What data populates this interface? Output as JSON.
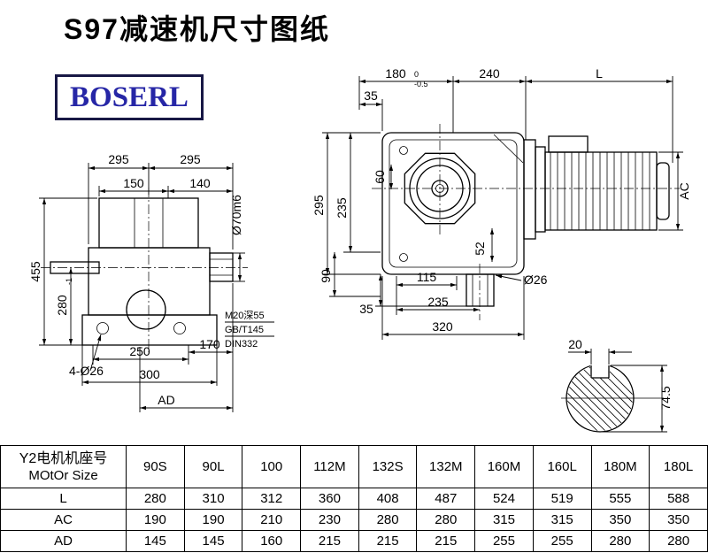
{
  "header": {
    "title": "S97减速机尺寸图纸",
    "logo": "BOSERL"
  },
  "left_view": {
    "dim_295_left": "295",
    "dim_295_right": "295",
    "dim_150": "150",
    "dim_140": "140",
    "dim_shaft": "Ø70m6",
    "dim_455": "455",
    "dim_280": "280",
    "dim_280_tol": "-1",
    "dim_250": "250",
    "dim_170": "170",
    "dim_holes": "4-Ø26",
    "dim_300": "300",
    "dim_AD": "AD",
    "note_1": "M20深55",
    "note_2": "GB/T145",
    "note_3": "DIN332"
  },
  "front_view": {
    "dim_180": "180",
    "dim_180_tol_upper": "0",
    "dim_180_tol_lower": "-0.5",
    "dim_240": "240",
    "dim_L": "L",
    "dim_35_top": "35",
    "dim_60": "60",
    "dim_295": "295",
    "dim_235_left": "235",
    "dim_90": "90",
    "dim_35_bottom": "35",
    "dim_115": "115",
    "dim_235_bottom": "235",
    "dim_320": "320",
    "dim_52": "52",
    "dim_hole": "Ø26",
    "dim_AC": "AC"
  },
  "shaft_section": {
    "dim_20": "20",
    "dim_74_5": "74.5"
  },
  "table": {
    "row_header_cn": "Y2电机机座号",
    "row_header_en": "MOtOr Size",
    "columns": [
      "90S",
      "90L",
      "100",
      "112M",
      "132S",
      "132M",
      "160M",
      "160L",
      "180M",
      "180L"
    ],
    "rows": [
      {
        "label": "L",
        "values": [
          "280",
          "310",
          "312",
          "360",
          "408",
          "487",
          "524",
          "519",
          "555",
          "588"
        ]
      },
      {
        "label": "AC",
        "values": [
          "190",
          "190",
          "210",
          "230",
          "280",
          "280",
          "315",
          "315",
          "350",
          "350"
        ]
      },
      {
        "label": "AD",
        "values": [
          "145",
          "145",
          "160",
          "215",
          "215",
          "215",
          "255",
          "255",
          "280",
          "280"
        ]
      }
    ]
  }
}
